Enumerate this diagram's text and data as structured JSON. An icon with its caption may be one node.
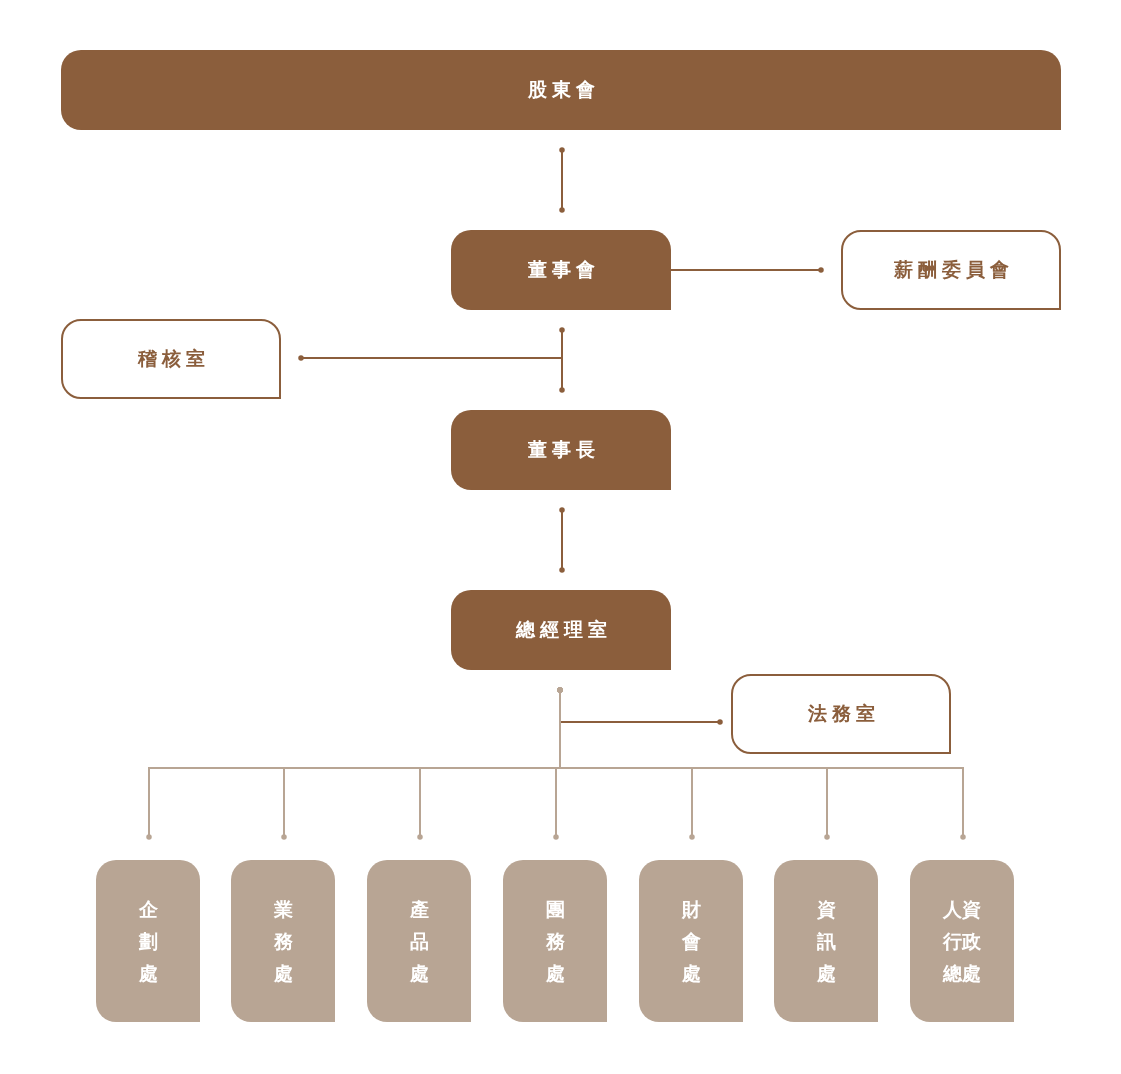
{
  "diagram": {
    "nodes": [
      {
        "text": [
          "股東會"
        ]
      },
      {
        "text": [
          "董事會"
        ]
      },
      {
        "text": [
          "薪酬委員會"
        ]
      },
      {
        "text": [
          "稽核室"
        ]
      },
      {
        "text": [
          "董事長"
        ]
      },
      {
        "text": [
          "總經理室"
        ]
      },
      {
        "text": [
          "法務室"
        ]
      },
      {
        "text": [
          "企劃處"
        ]
      },
      {
        "text": [
          "業務處"
        ]
      },
      {
        "text": [
          "產品處"
        ]
      },
      {
        "text": [
          "團務處"
        ]
      },
      {
        "text": [
          "財會處"
        ]
      },
      {
        "text": [
          "資訊處"
        ]
      },
      {
        "text": [
          "人資行政總處"
        ]
      }
    ],
    "edges": [
      {
        "from": 0,
        "to": 1,
        "arrow": "other"
      },
      {
        "from": 1,
        "to": 2,
        "arrow": "other"
      },
      {
        "from": 1,
        "to": 4,
        "arrow": "other"
      },
      {
        "from": 1,
        "to": 3,
        "arrow": "other"
      },
      {
        "from": 4,
        "to": 5,
        "arrow": "other"
      },
      {
        "from": 5,
        "to": 6,
        "arrow": "other"
      },
      {
        "from": 5,
        "to": 7,
        "arrow": "other",
        "color": "#b8a594"
      },
      {
        "from": 5,
        "to": 8,
        "arrow": "other",
        "color": "#b8a594"
      },
      {
        "from": 5,
        "to": 9,
        "arrow": "other",
        "color": "#b8a594"
      },
      {
        "from": 5,
        "to": 10,
        "arrow": "other",
        "color": "#b8a594"
      },
      {
        "from": 5,
        "to": 11,
        "arrow": "other",
        "color": "#b8a594"
      },
      {
        "from": 5,
        "to": 12,
        "arrow": "other",
        "color": "#b8a594"
      },
      {
        "from": 5,
        "to": 13,
        "arrow": "other",
        "color": "#b8a594"
      }
    ]
  }
}
